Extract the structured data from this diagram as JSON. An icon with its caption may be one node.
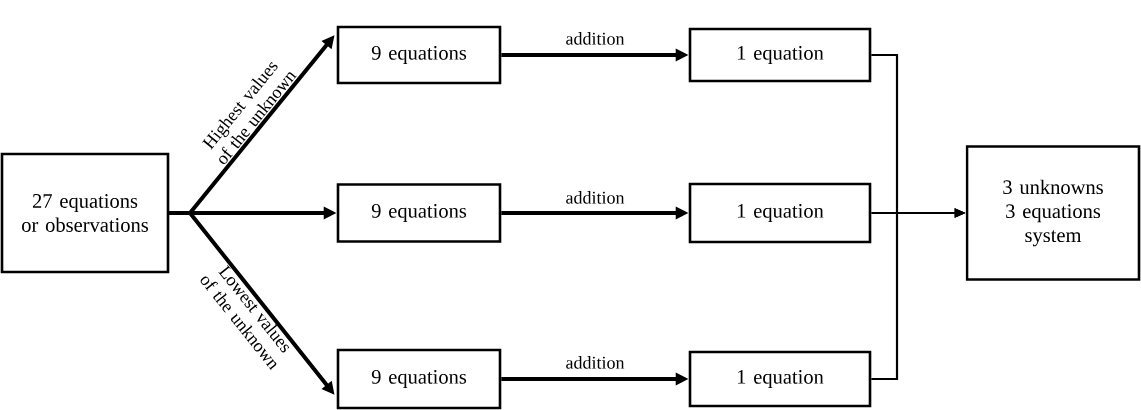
{
  "diagram": {
    "nodes": [
      {
        "text": [
          "27 equations or observations"
        ]
      },
      {
        "text": [
          "9 equations"
        ]
      },
      {
        "text": [
          "9 equations"
        ]
      },
      {
        "text": [
          "9 equations"
        ]
      },
      {
        "text": [
          "1 equation"
        ]
      },
      {
        "text": [
          "1 equation"
        ]
      },
      {
        "text": [
          "1 equation"
        ]
      },
      {
        "text": [
          "3 unknowns 3 equations system"
        ]
      }
    ],
    "edges": [
      {
        "from": 0,
        "to": 1,
        "arrow": "to",
        "label": "Highest values of the unknown"
      },
      {
        "from": 0,
        "to": 2,
        "arrow": "to"
      },
      {
        "from": 0,
        "to": 3,
        "arrow": "to",
        "label": "Lowest values of the unknown"
      },
      {
        "from": 1,
        "to": 4,
        "arrow": "to",
        "label": "addition"
      },
      {
        "from": 2,
        "to": 5,
        "arrow": "to",
        "label": "addition"
      },
      {
        "from": 3,
        "to": 6,
        "arrow": "to",
        "label": "addition"
      },
      {
        "from": 4,
        "to": 7,
        "arrow": "to"
      },
      {
        "from": 5,
        "to": 7,
        "arrow": "to"
      },
      {
        "from": 6,
        "to": 7,
        "arrow": "to"
      }
    ]
  }
}
